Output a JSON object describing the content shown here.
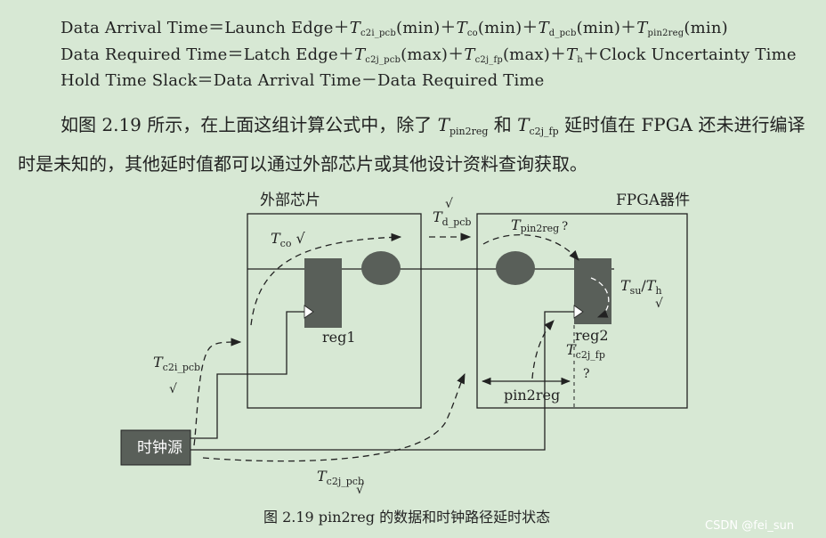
{
  "equations": {
    "arrival": {
      "left": "Data Arrival Time＝Launch Edge＋",
      "t1": "T",
      "s1": "c2i_pcb",
      "p1": "(min)＋",
      "t2": "T",
      "s2": "co",
      "p2": "(min)＋",
      "t3": "T",
      "s3": "d_pcb",
      "p3": "(min)＋",
      "t4": "T",
      "s4": "pin2reg",
      "p4": "(min)"
    },
    "required": {
      "left": "Data Required Time＝Latch Edge＋",
      "t1": "T",
      "s1": "c2j_pcb",
      "p1": "(max)＋",
      "t2": "T",
      "s2": "c2j_fp",
      "p2": "(max)＋",
      "t3": "T",
      "s3": "h",
      "p3": "＋Clock Uncertainty Time"
    },
    "slack": "Hold Time Slack＝Data Arrival Time－Data Required Time"
  },
  "paragraph": {
    "part1": "如图 2.19 所示，在上面这组计算公式中，除了 ",
    "t1": "T",
    "s1": "pin2reg",
    "part2": " 和 ",
    "t2": "T",
    "s2": "c2j_fp",
    "part3": " 延时值在 FPGA 还未进行编译时是未知的，其他延时值都可以通过外部芯片或其他设计资料查询获取。"
  },
  "diagram": {
    "external_chip_label": "外部芯片",
    "fpga_label": "FPGA器件",
    "clock_source_label": "时钟源",
    "reg1_label": "reg1",
    "reg2_label": "reg2",
    "pin2reg_label": "pin2reg",
    "tco": {
      "t": "T",
      "s": "co",
      "mark": "√"
    },
    "td_pcb": {
      "t": "T",
      "s": "d_pcb",
      "mark": "√"
    },
    "tpin2reg": {
      "t": "T",
      "s": "pin2reg",
      "mark": "?"
    },
    "tsu_th": {
      "t1": "T",
      "s1": "su",
      "sep": "/",
      "t2": "T",
      "s2": "h",
      "mark": "√"
    },
    "tc2j_fp": {
      "t": "T",
      "s": "c2j_fp",
      "mark": "?"
    },
    "tc2i_pcb": {
      "t": "T",
      "s": "c2i_pcb",
      "mark": "√"
    },
    "tc2j_pcb": {
      "t": "T",
      "s": "c2j_pcb",
      "mark": "√"
    },
    "box_color": "#595f59"
  },
  "caption": "图 2.19   pin2reg 的数据和时钟路径延时状态",
  "watermark": "CSDN @fei_sun"
}
